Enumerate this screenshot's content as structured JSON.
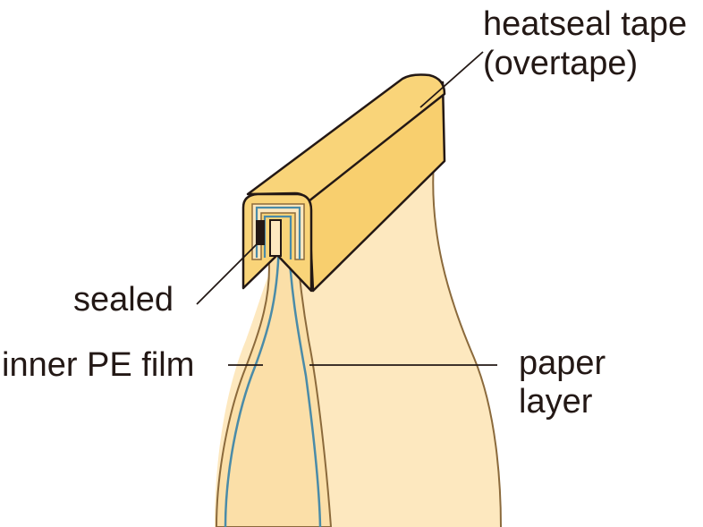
{
  "labels": {
    "heatseal_tape": "heatseal tape",
    "overtape": "(overtape)",
    "sealed": "sealed",
    "inner_pe_film": "inner PE film",
    "paper": "paper",
    "layer": "layer"
  },
  "colors": {
    "tape": "#f9d479",
    "paper": "#fde8bf",
    "outline": "#8b6a3c",
    "film": "#4a8ba8",
    "line": "#231815"
  }
}
